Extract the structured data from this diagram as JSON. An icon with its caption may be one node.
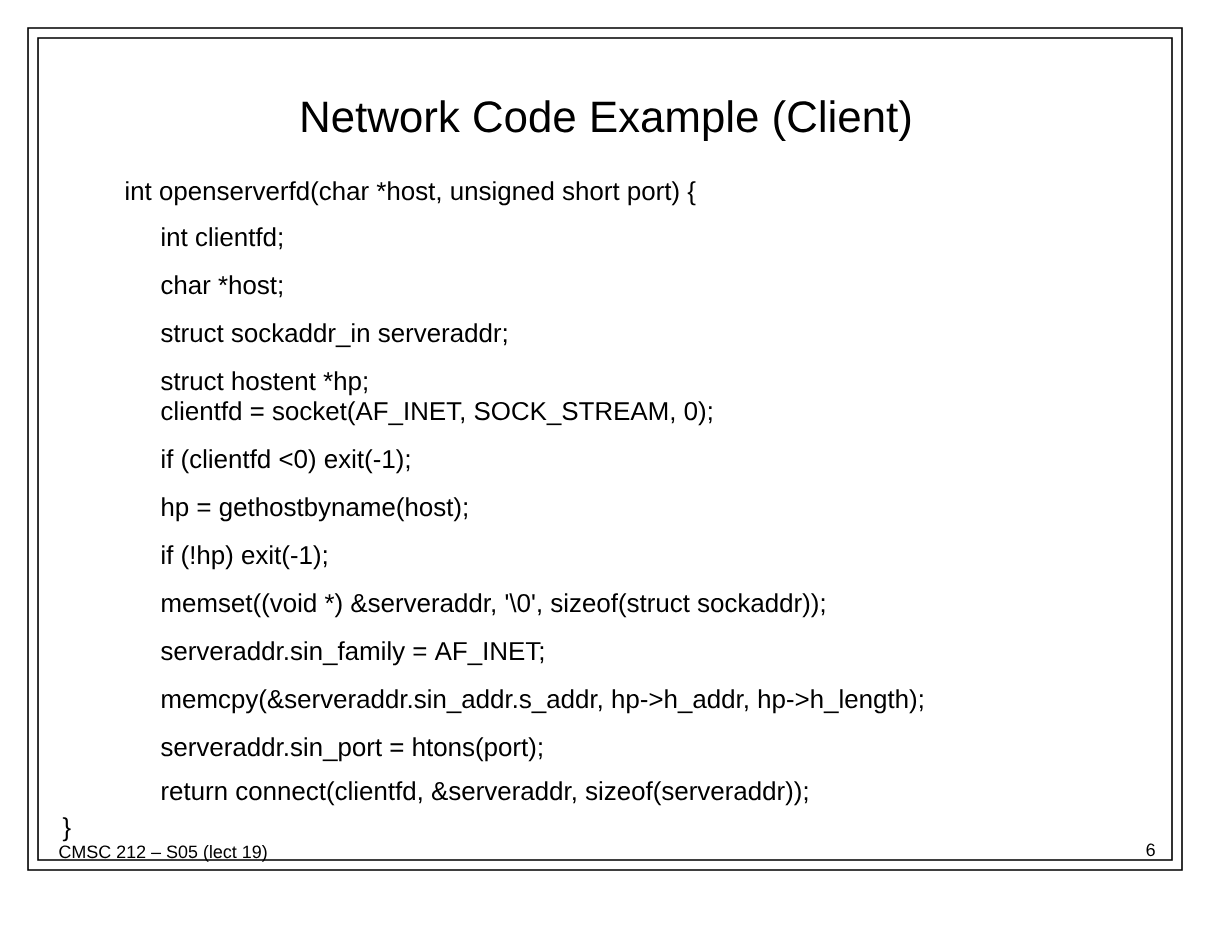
{
  "diagram": {
    "title": "Network Code Example (Client)",
    "labels": [
      "int openserverfd(char *host, unsigned short port) {",
      "int clientfd;",
      "char *host;",
      "struct sockaddr_in serveraddr;",
      "struct hostent *hp;",
      "clientfd = socket(AF_INET, SOCK_STREAM, 0);",
      "if (clientfd <0) exit(-1);",
      "hp = gethostbyname(host);",
      "if (!hp) exit(-1);",
      "memset((void *) &serveraddr, '\\0', sizeof(struct sockaddr));",
      "serveraddr.sin_family = AF_INET;",
      "memcpy(&serveraddr.sin_addr.s_addr, hp->h_addr, hp->h_length);",
      "serveraddr.sin_port = htons(port);",
      "return connect(clientfd, &serveraddr, sizeof(serveraddr));",
      "}",
      "CMSC 212 – S05 (lect 19)",
      "6"
    ]
  }
}
